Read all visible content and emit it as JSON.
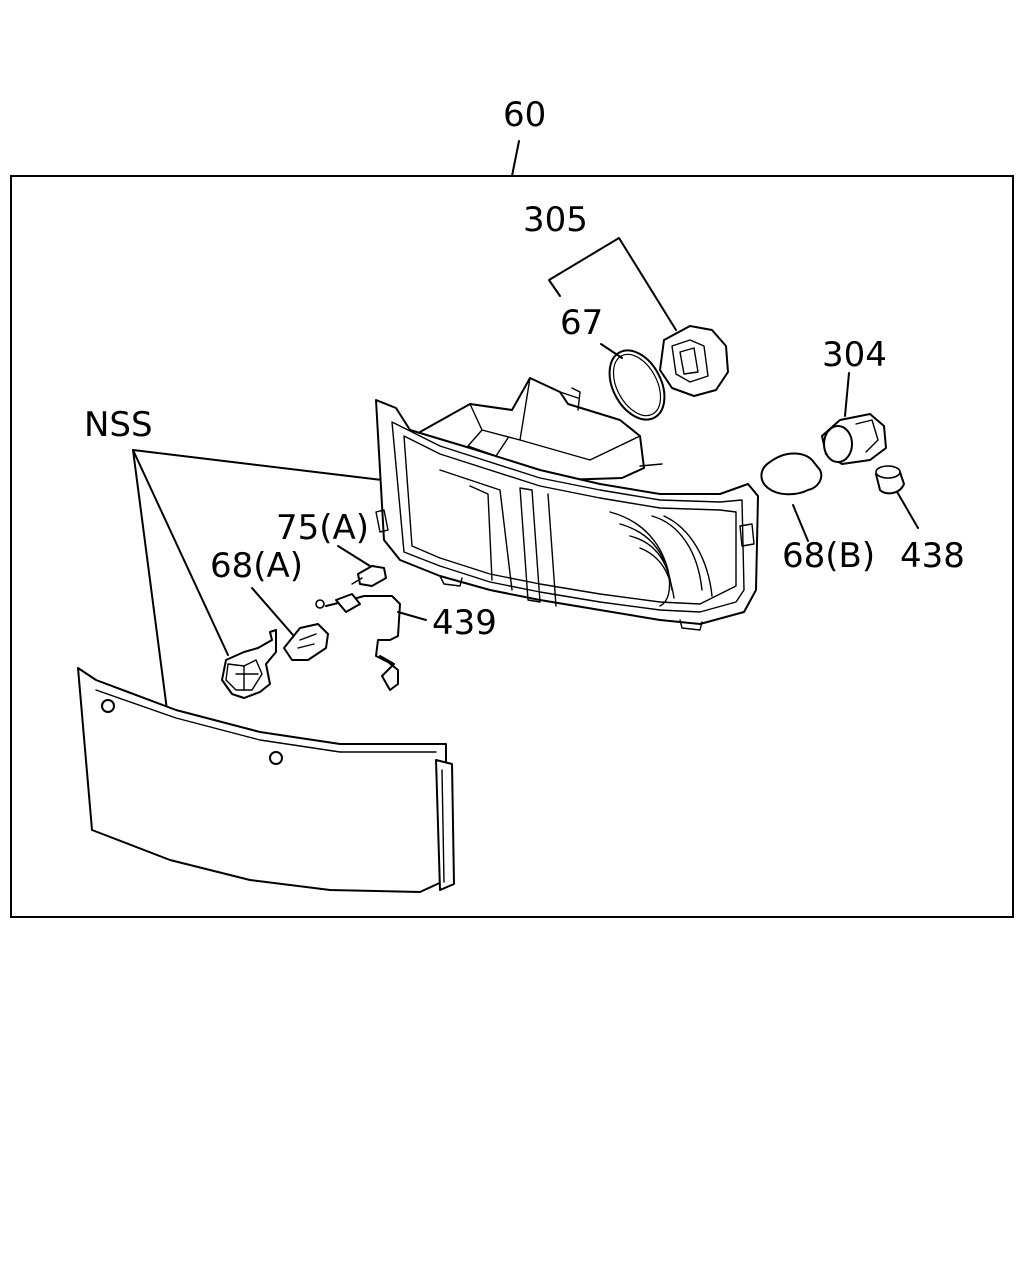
{
  "diagram": {
    "callouts": {
      "c60": "60",
      "c305": "305",
      "c67": "67",
      "c304": "304",
      "cNSS": "NSS",
      "c75A": "75(A)",
      "c68A": "68(A)",
      "c439": "439",
      "c68B": "68(B)",
      "c438": "438"
    }
  }
}
